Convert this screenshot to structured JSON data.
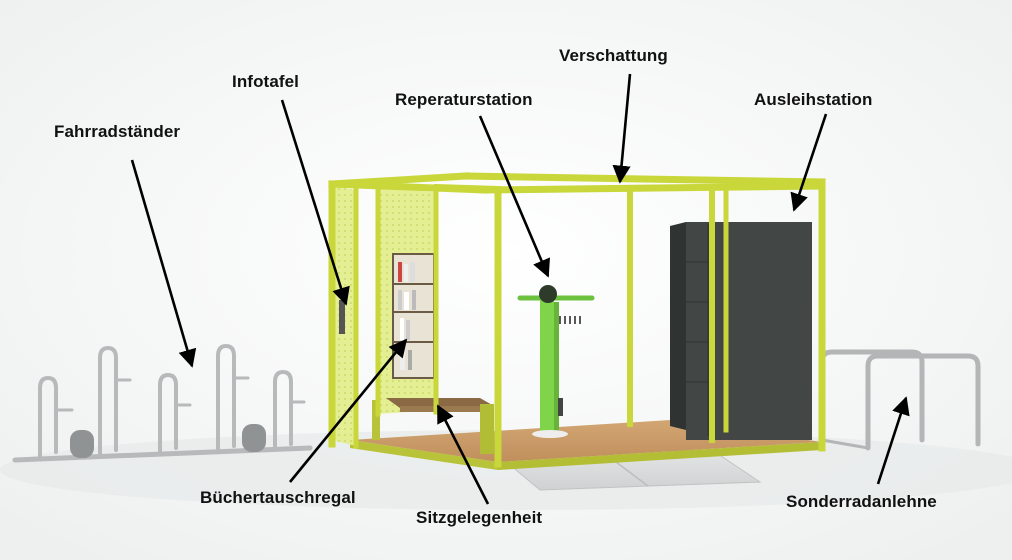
{
  "labels": {
    "fahrradstaender": "Fahrradständer",
    "infotafel": "Infotafel",
    "reperaturstation": "Reperaturstation",
    "verschattung": "Verschattung",
    "ausleihstation": "Ausleihstation",
    "buechertauschregal": "Büchertauschregal",
    "sitzgelegenheit": "Sitzgelegenheit",
    "sonderradanlehne": "Sonderradanlehne"
  },
  "colors": {
    "frame": "#c9d73a",
    "panel": "#e3ee8e",
    "floor": "#c99a67",
    "cabinet": "#3f4443",
    "repair_stand": "#7fd44a",
    "ramp": "#d9dcdc",
    "rack": "#b5b7b8"
  }
}
